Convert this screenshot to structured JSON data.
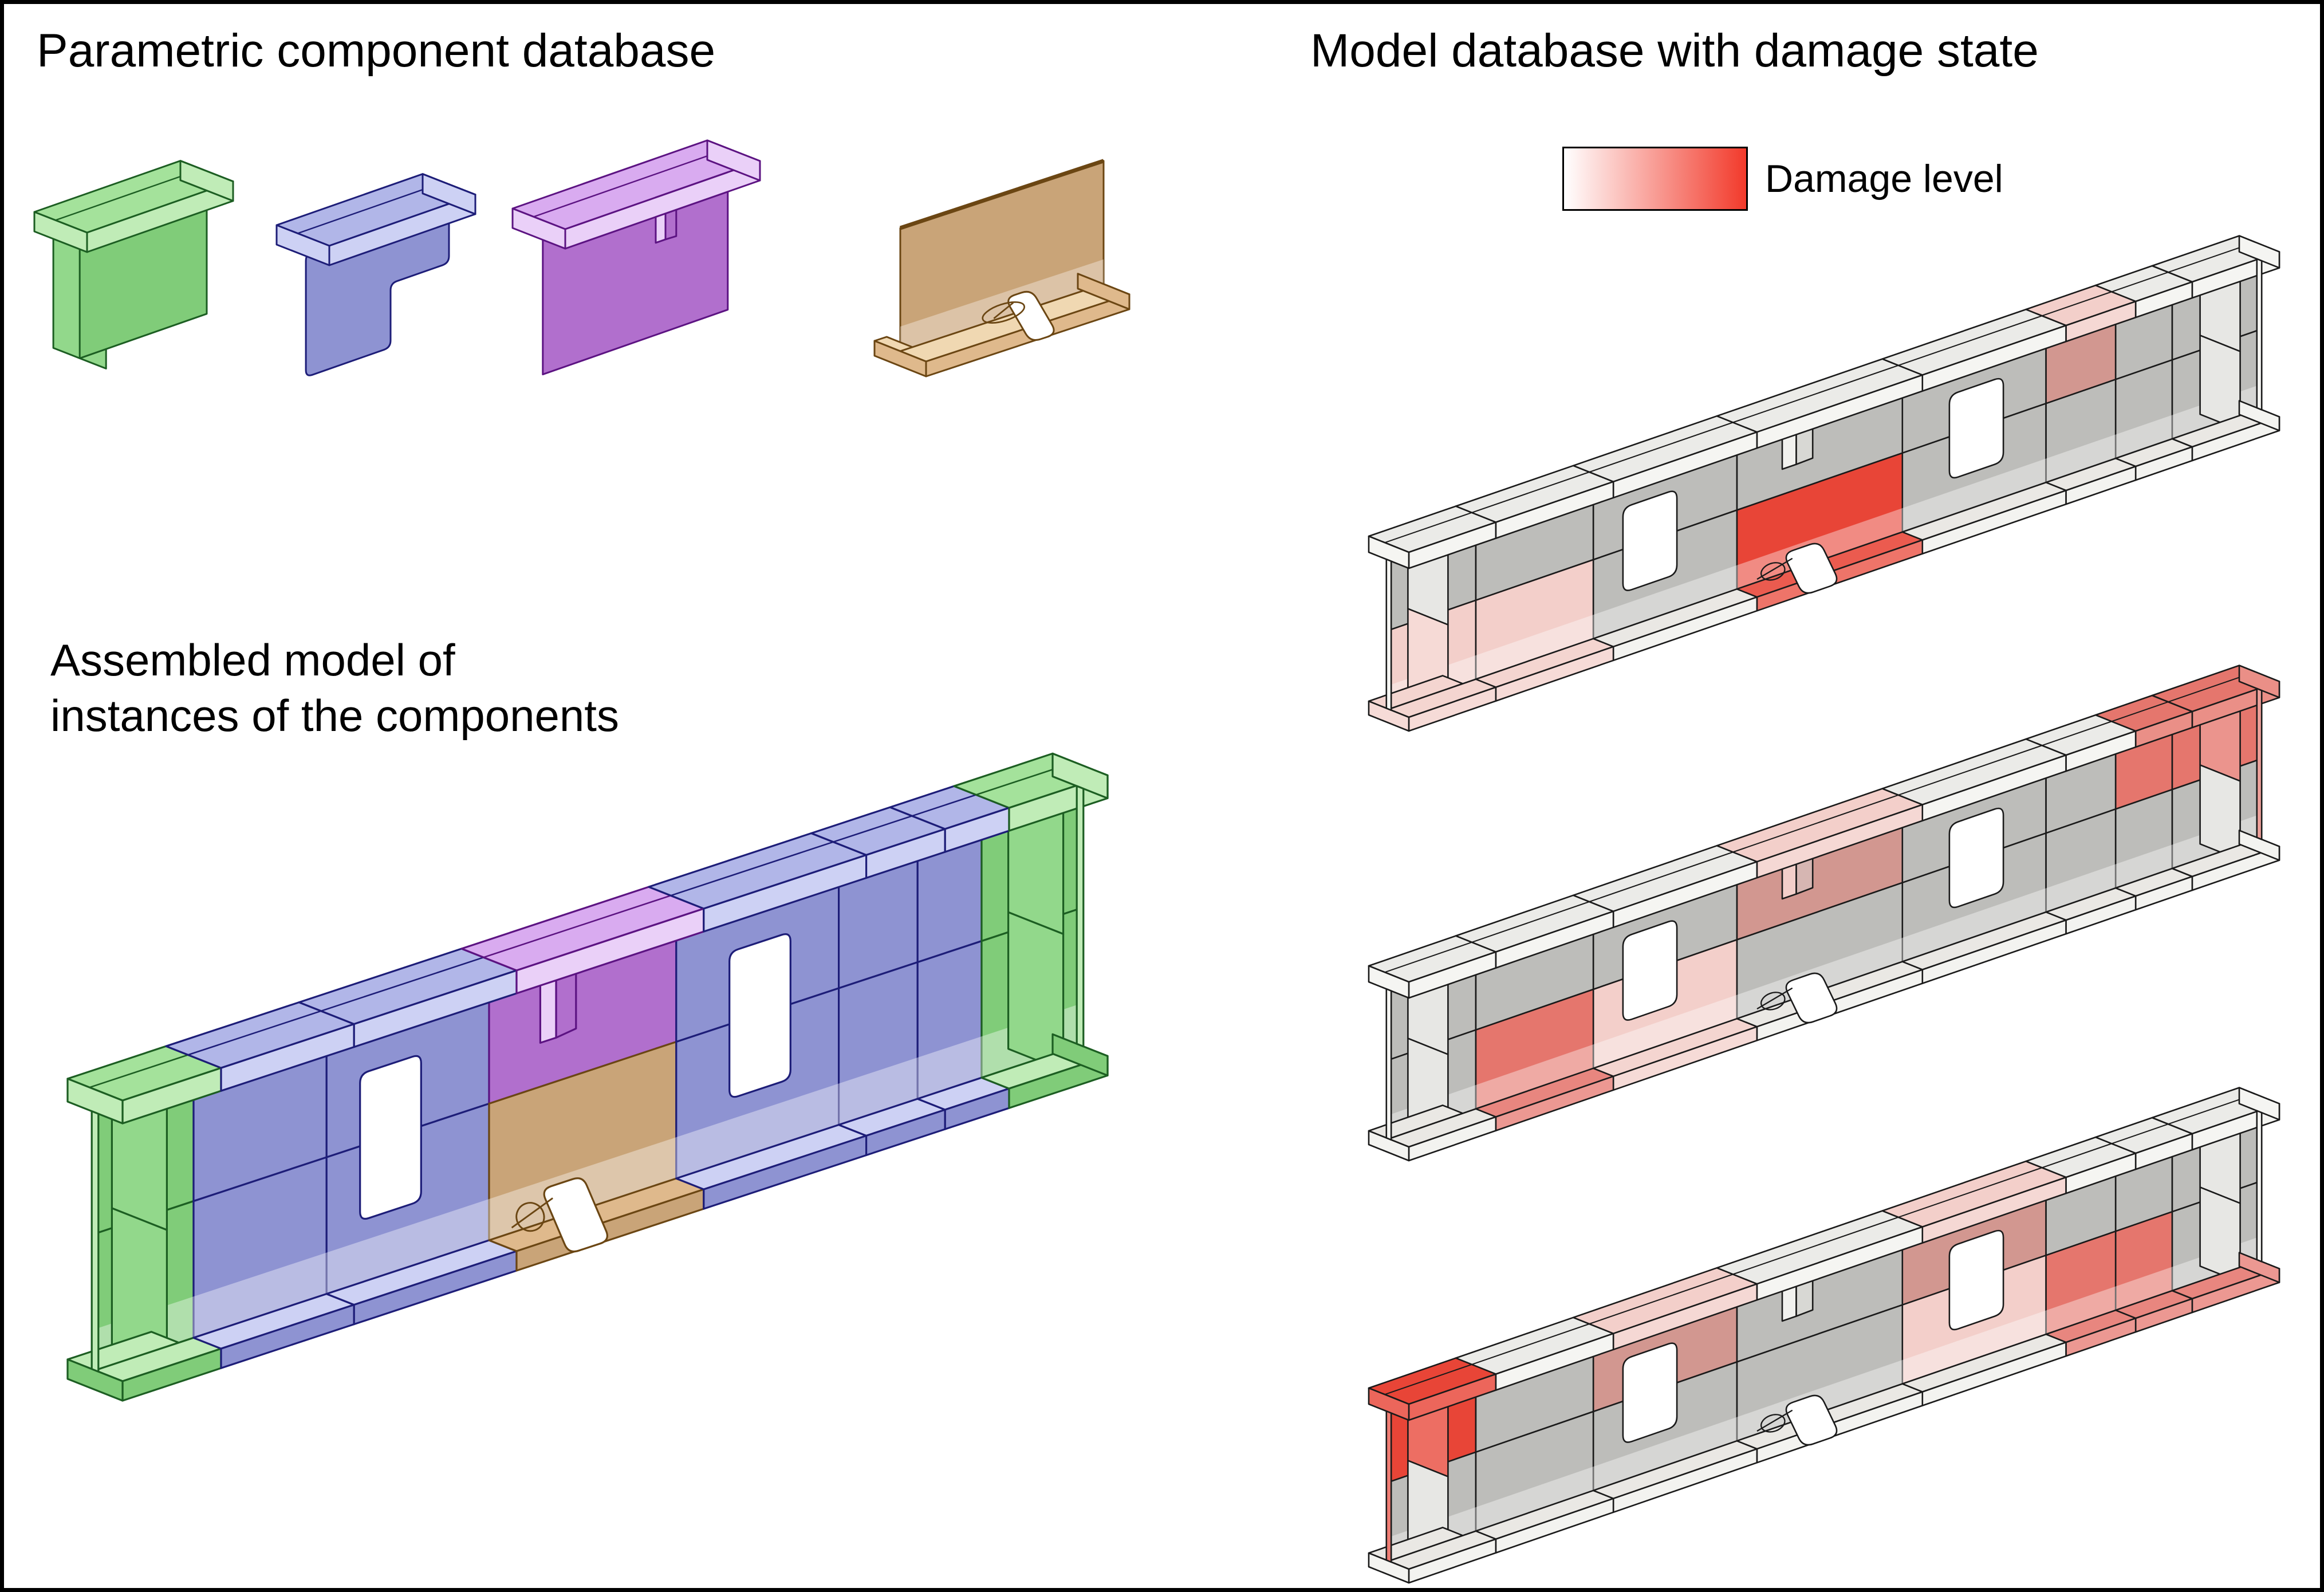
{
  "titles": {
    "components_db": "Parametric component database",
    "model_db": "Model database with damage state",
    "assembled": "Assembled model of\ninstances of the components"
  },
  "legend": {
    "label": "Damage level",
    "gradient_from": "#ffffff",
    "gradient_to": "#f23a2b"
  },
  "palette": {
    "green": {
      "top": "#a4e29b",
      "front": "#c0ecb7",
      "web": "#80cc79",
      "plate": "#92d88b",
      "line": "#1c5e22"
    },
    "blue": {
      "top": "#b1b6e8",
      "front": "#cdd1f4",
      "web": "#8e93d2",
      "plate": "#a7ace2",
      "line": "#1d1d78"
    },
    "purple": {
      "top": "#d9abf0",
      "front": "#ead0f8",
      "web": "#b16fcd",
      "plate": "#cf9be8",
      "line": "#5c1382"
    },
    "tan": {
      "top": "#f0d8b2",
      "front": "#dfb98c",
      "web": "#c9a478",
      "plate": "#e6c89e",
      "line": "#6b4613"
    },
    "gray": {
      "top": "#ebebe8",
      "front": "#f5f5f2",
      "web": "#bdbdba",
      "plate": "#e7e7e4",
      "bottom_top": "#eae8e4",
      "bottom_front": "#f3f3f0",
      "line": "#1a1a1a"
    },
    "damage": {
      "light": "#f3cfca",
      "medium": "#d29790",
      "high": "#e5766d",
      "severe": "#e84537"
    }
  },
  "components": [
    {
      "name": "tee-end-segment",
      "color": "green"
    },
    {
      "name": "tee-stepped-web-segment",
      "color": "blue"
    },
    {
      "name": "tee-with-web-stiffener",
      "color": "purple"
    },
    {
      "name": "flanged-plate-with-notch",
      "color": "tan"
    }
  ],
  "assembled_model": {
    "columns": {
      "end0": "green",
      "c1": "blue",
      "c2": "blue",
      "c3_top": "purple",
      "c3_bottom": "tan",
      "c4": "blue",
      "c5": "blue",
      "c6": "blue",
      "end1": "green"
    }
  },
  "damaged_models": [
    {
      "name": "damage-state-1",
      "flange": {
        "c5": "light"
      },
      "web": {
        "c5.top": "medium",
        "c3.bottom": "severe",
        "end0.bottom": "light",
        "c1.bottom": "light"
      },
      "bottom": {
        "c3": "severe",
        "end0": "light",
        "c1": "light"
      },
      "posts": {
        "left.bottom": "light"
      },
      "stiffener": null
    },
    {
      "name": "damage-state-2",
      "flange": {
        "c3": "light",
        "c6": "high",
        "end1": "high"
      },
      "web": {
        "c3.top": "medium",
        "c1.bottom": "high",
        "c2.bottom": "light",
        "c6.top": "high",
        "end1.top": "high"
      },
      "bottom": {
        "c1": "high",
        "c2": "light"
      },
      "posts": {
        "right.top": "high"
      },
      "stiffener": "light"
    },
    {
      "name": "damage-state-3",
      "flange": {
        "end0": "severe",
        "c2": "light",
        "c4": "light"
      },
      "web": {
        "end0.top": "severe",
        "c2.top": "medium",
        "c4.top": "medium",
        "c4.bottom": "light",
        "c5.bottom": "high",
        "c6.bottom": "high"
      },
      "bottom": {
        "c5": "high",
        "c6": "high",
        "end1": "high"
      },
      "posts": {
        "left.top": "severe"
      },
      "stiffener": null
    }
  ]
}
